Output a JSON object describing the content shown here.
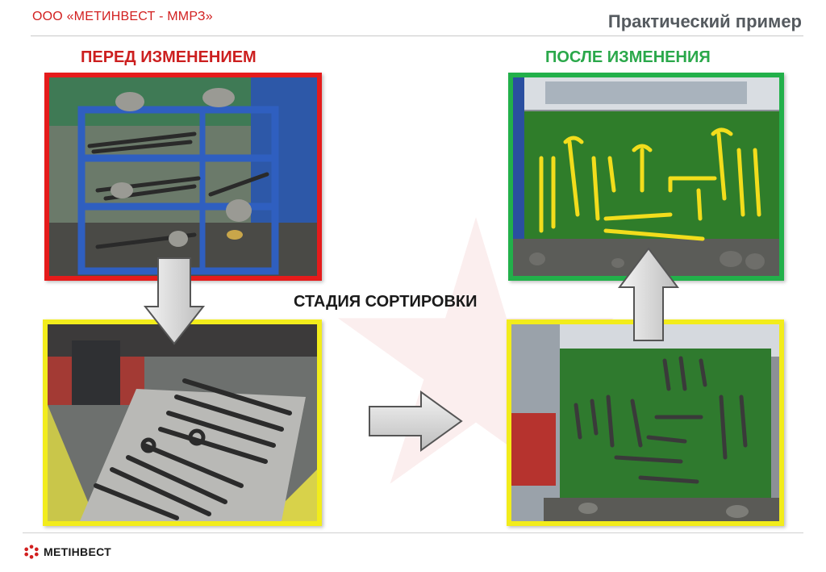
{
  "header": {
    "company": "ООО «МЕТИНВЕСТ - ММРЗ»",
    "title": "Практический пример"
  },
  "labels": {
    "before": "ПЕРЕД ИЗМЕНЕНИЕМ",
    "after": "ПОСЛЕ ИЗМЕНЕНИЯ",
    "sorting": "СТАДИЯ СОРТИРОВКИ"
  },
  "photos": {
    "before": "cluttered-shelf-photo",
    "after": "tool-board-photo",
    "sorting_floor": "tools-on-floor-photo",
    "sorting_board": "tools-on-board-photo"
  },
  "footer": {
    "logo_text": "МЕТІНВЕСТ"
  },
  "colors": {
    "before_frame": "#e51b1b",
    "after_frame": "#22b04a",
    "sorting_frame": "#f2ec1b",
    "company_text": "#d22020"
  }
}
